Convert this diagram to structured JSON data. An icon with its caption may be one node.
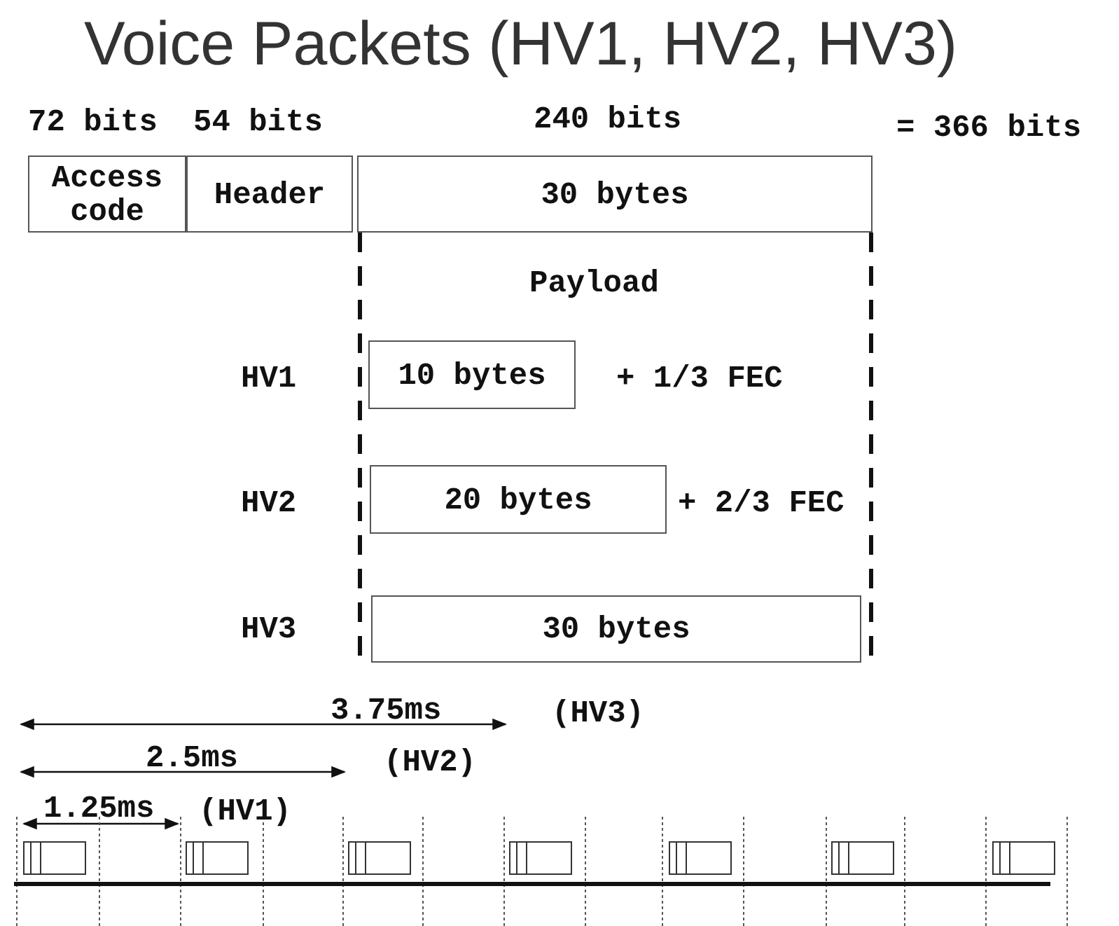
{
  "diagram": {
    "title": "Voice Packets (HV1, HV2, HV3)",
    "nodes": [
      {
        "text": [
          "Access code"
        ]
      },
      {
        "text": [
          "Header"
        ]
      },
      {
        "text": [
          "30 bytes"
        ]
      },
      {
        "text": [
          "10 bytes"
        ]
      },
      {
        "text": [
          "20 bytes"
        ]
      },
      {
        "text": [
          "30 bytes"
        ]
      }
    ],
    "labels": [
      "72 bits",
      "54 bits",
      "240 bits",
      "= 366 bits",
      "Payload",
      "HV1",
      "+ 1/3 FEC",
      "HV2",
      "+ 2/3 FEC",
      "HV3",
      "3.75ms",
      "(HV3)",
      "2.5ms",
      "(HV2)",
      "1.25ms",
      "(HV1)"
    ]
  }
}
